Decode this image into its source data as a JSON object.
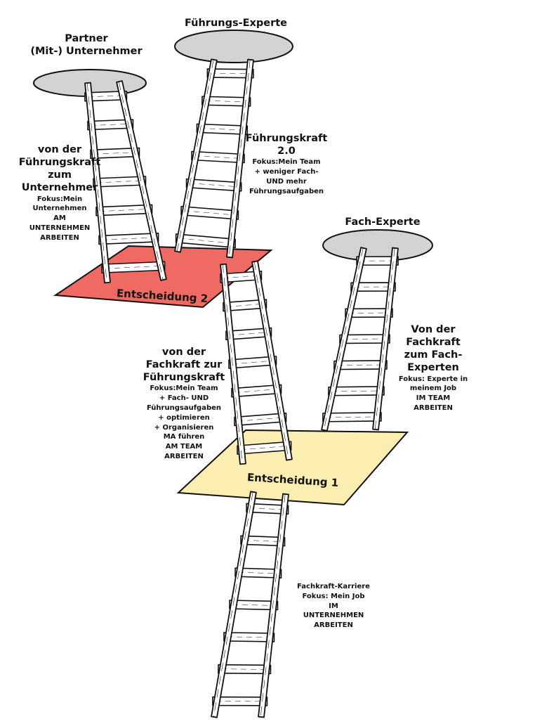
{
  "top_labels": {
    "partner": [
      "Partner",
      "(Mit-) Unternehmer"
    ],
    "fuehrungs_experte": "Führungs-Experte",
    "fach_experte": "Fach-Experte"
  },
  "decisions": {
    "entscheidung_1": "Entscheidung 1",
    "entscheidung_2": "Entscheidung 2"
  },
  "paths": {
    "unternehmer": {
      "title": [
        "von der",
        "Führungskraft",
        "zum",
        "Unternehmer"
      ],
      "focus": [
        "Fokus:Mein",
        "Unternehmen",
        "AM",
        "UNTERNEHMEN",
        "ARBEITEN"
      ]
    },
    "fuehrungskraft_2": {
      "title": [
        "Führungskraft",
        "2.0"
      ],
      "focus": [
        "Fokus:Mein Team",
        "+ weniger Fach-",
        "UND mehr",
        "Führungsaufgaben"
      ]
    },
    "fuehrungskraft": {
      "title": [
        "von der",
        "Fachkraft zur",
        "Führungskraft"
      ],
      "focus": [
        "Fokus:Mein Team",
        "+ Fach- UND",
        "Führungsaufgaben",
        "+ optimieren",
        "+ Organisieren",
        "MA führen",
        "AM TEAM",
        "ARBEITEN"
      ]
    },
    "fach_experte": {
      "title": [
        "Von der",
        "Fachkraft",
        "zum Fach-",
        "Experten"
      ],
      "focus": [
        "Fokus: Experte in",
        "meinem Job",
        "IM TEAM",
        "ARBEITEN"
      ]
    },
    "fachkraft": {
      "focus": [
        "Fachkraft-Karriere",
        "Fokus: Mein Job",
        "IM",
        "UNTERNEHMEN",
        "ARBEITEN"
      ]
    }
  },
  "colors": {
    "decision_1_fill": "#fbeeb0",
    "decision_2_fill": "#ef6a63",
    "goal_fill": "#d3d3d3",
    "outline": "#111111",
    "ladder_wood": "#ffffff"
  }
}
